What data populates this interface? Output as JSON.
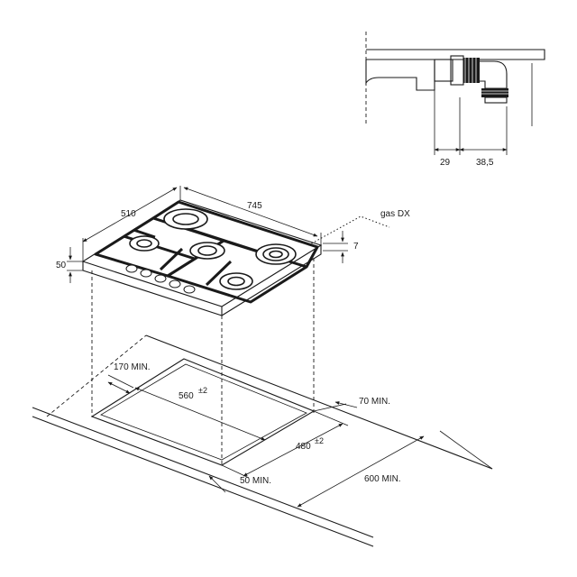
{
  "hob": {
    "depth": "510",
    "width": "745",
    "grate_height": "7",
    "height": "50",
    "gas_connection": "gas DX"
  },
  "connector_detail": {
    "dim_left": "29",
    "dim_right": "38,5"
  },
  "cutout": {
    "rear_clearance": "170 MIN.",
    "width": "560",
    "width_tolerance": "±2",
    "depth": "480",
    "depth_tolerance": "±2",
    "side_clearance": "70 MIN.",
    "front_clearance": "50 MIN.",
    "worktop_depth": "600 MIN."
  }
}
